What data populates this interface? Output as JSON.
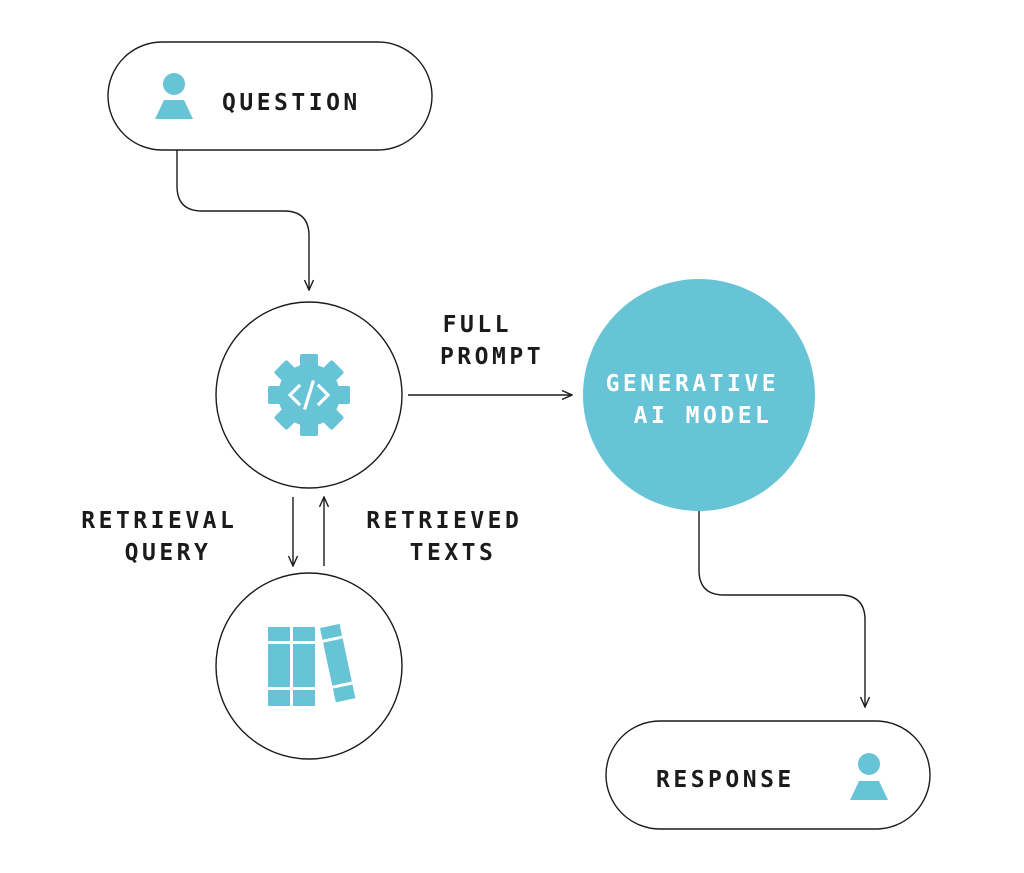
{
  "nodes": {
    "question": {
      "label": "QUESTION",
      "icon": "user-icon"
    },
    "orchestrator": {
      "icon": "code-gear-icon"
    },
    "library": {
      "icon": "books-icon"
    },
    "model": {
      "label_lines": [
        "GENERATIVE",
        "AI MODEL"
      ]
    },
    "response": {
      "label": "RESPONSE",
      "icon": "user-icon"
    }
  },
  "edges": {
    "full_prompt": {
      "label_lines": [
        "FULL",
        "PROMPT"
      ]
    },
    "retrieval_query": {
      "label_lines": [
        "RETRIEVAL",
        "QUERY"
      ]
    },
    "retrieved_texts": {
      "label_lines": [
        "RETRIEVED",
        "TEXTS"
      ]
    }
  },
  "colors": {
    "accent": "#67c4d6",
    "line": "#1b1b1b",
    "background": "#ffffff"
  }
}
